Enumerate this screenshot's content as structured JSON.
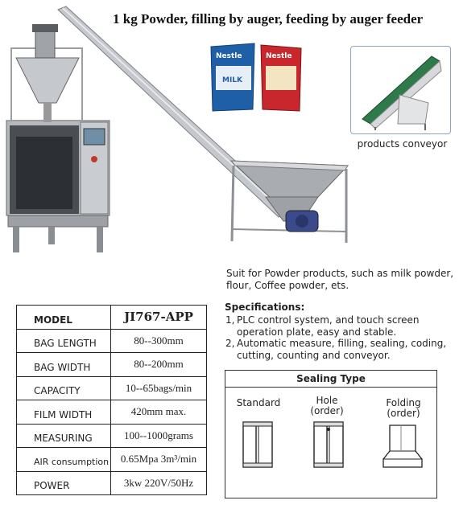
{
  "title": "1 kg Powder, filling by auger, feeding by auger feeder",
  "packs": {
    "brand": "Nestle",
    "left_text": "MILK"
  },
  "conveyor": {
    "caption": "products conveyor"
  },
  "description": "Suit for Powder products, such as milk powder, flour, Coffee powder, ets.",
  "specifications": {
    "title": "Specifications:",
    "items": [
      {
        "num": "1,",
        "text": "PLC control system, and touch screen operation plate, easy and stable."
      },
      {
        "num": "2,",
        "text": "Automatic measure, filling, sealing, coding, cutting, counting and conveyor."
      }
    ]
  },
  "table": {
    "header": {
      "key": "MODEL",
      "value": "JI767-APP"
    },
    "rows": [
      {
        "key": "BAG LENGTH",
        "value": "80--300mm"
      },
      {
        "key": "BAG WIDTH",
        "value": "80--200mm"
      },
      {
        "key": "CAPACITY",
        "value": "10--65bags/min"
      },
      {
        "key": "FILM WIDTH",
        "value": "420mm  max."
      },
      {
        "key": "MEASURING",
        "value": "100--1000grams"
      },
      {
        "key": "AIR consumption",
        "value": "0.65Mpa 3m³/min"
      },
      {
        "key": "POWER",
        "value": "3kw 220V/50Hz"
      }
    ]
  },
  "sealing": {
    "title": "Sealing Type",
    "types": [
      {
        "label": "Standard",
        "sub": ""
      },
      {
        "label": "Hole",
        "sub": "(order)"
      },
      {
        "label": "Folding",
        "sub": "(order)"
      }
    ]
  },
  "colors": {
    "steel": "#b9bcc0",
    "steel_dark": "#6e7276",
    "panel": "#9aa0a6",
    "conveyor_belt": "#2f7a4a",
    "pack_blue": "#1f5fa8",
    "pack_red": "#c8282d"
  }
}
